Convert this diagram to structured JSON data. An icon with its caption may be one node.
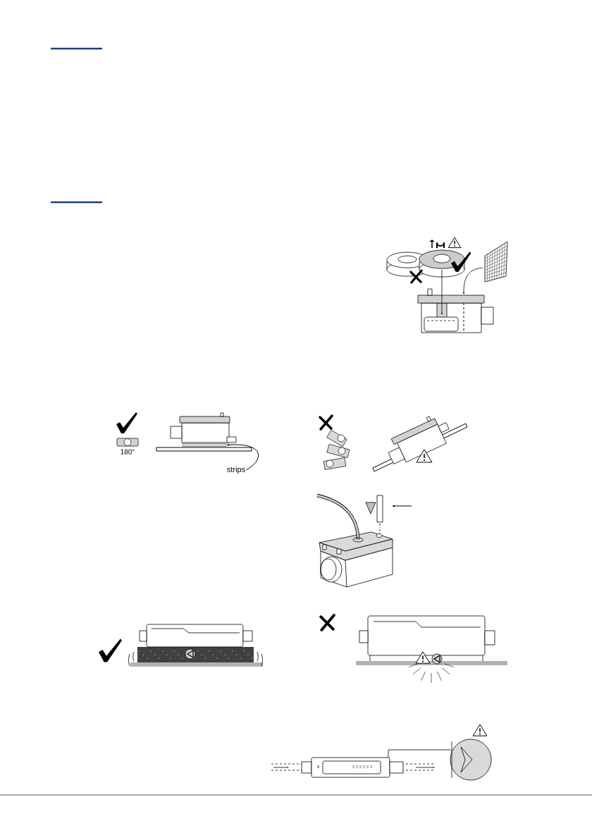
{
  "diagram": {
    "nodes": [
      {
        "text": [
          "strips"
        ]
      },
      {
        "text": [],
        "shape": "bar"
      }
    ],
    "edges": [
      {
        "from": 0,
        "to": 1,
        "arrow": "to"
      }
    ],
    "labels": [
      "180°"
    ]
  }
}
